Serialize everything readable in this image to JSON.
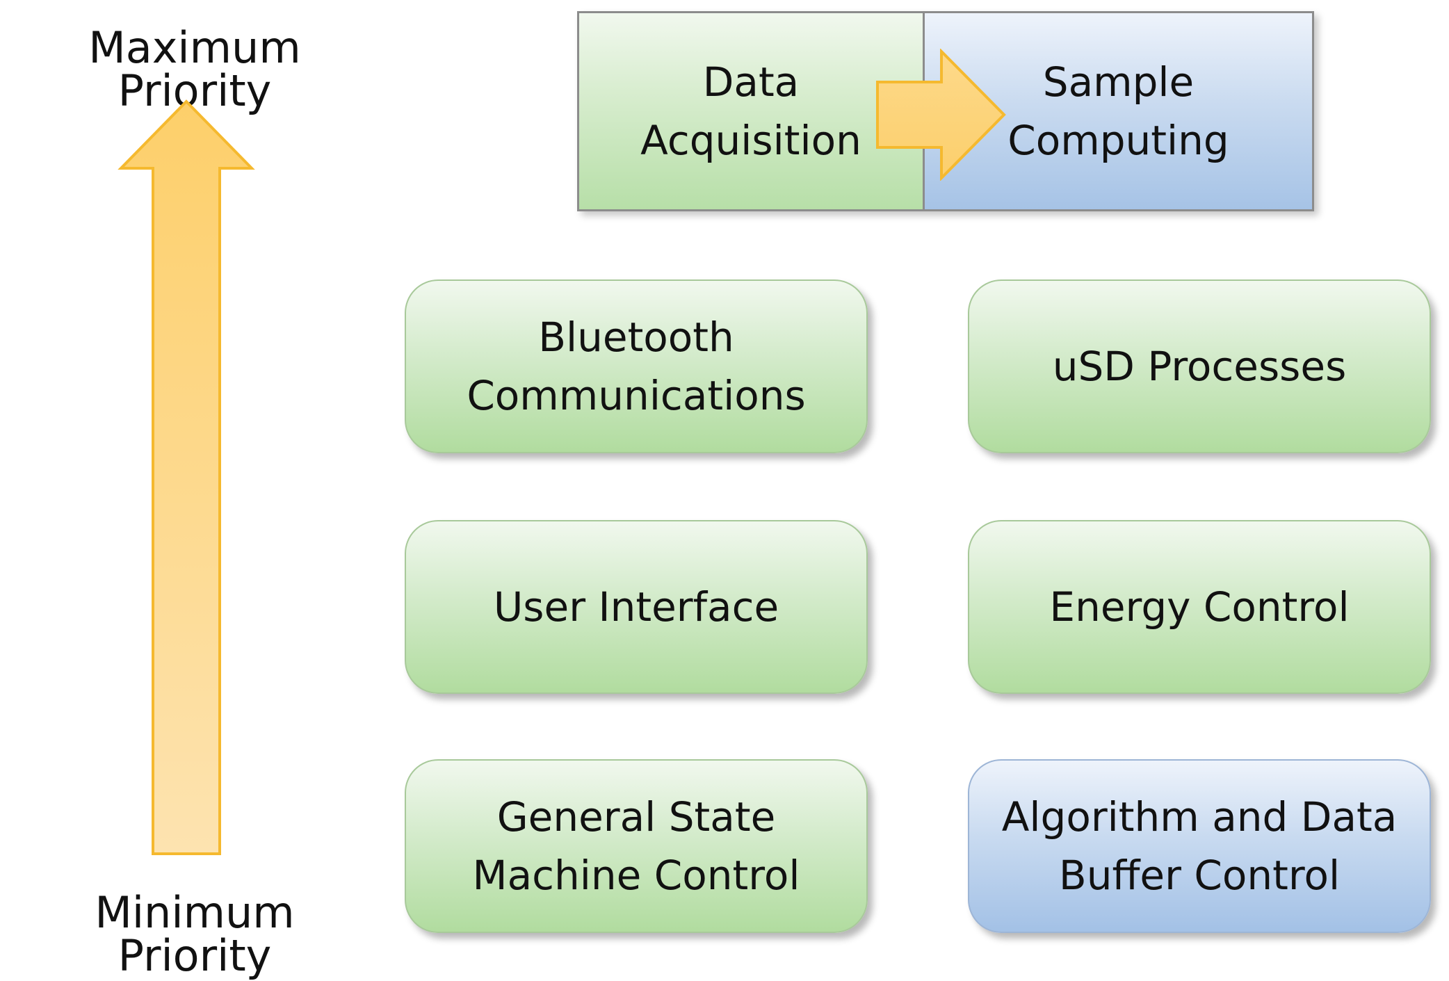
{
  "priority_axis": {
    "max_label": "Maximum Priority",
    "min_label": "Minimum Priority"
  },
  "top_process": {
    "left_label": "Data\nAcquisition",
    "right_label": "Sample\nComputing"
  },
  "tasks": {
    "bluetooth": "Bluetooth\nCommunications",
    "usd": "uSD Processes",
    "user_interface": "User Interface",
    "energy": "Energy Control",
    "general_state": "General State\nMachine Control",
    "algorithm": "Algorithm and Data\nBuffer Control"
  },
  "colors": {
    "arrow_fill": "#fdd77f",
    "arrow_stroke": "#f5b92f",
    "green_box": "#b7dfa8",
    "blue_box": "#a6c3e6"
  }
}
